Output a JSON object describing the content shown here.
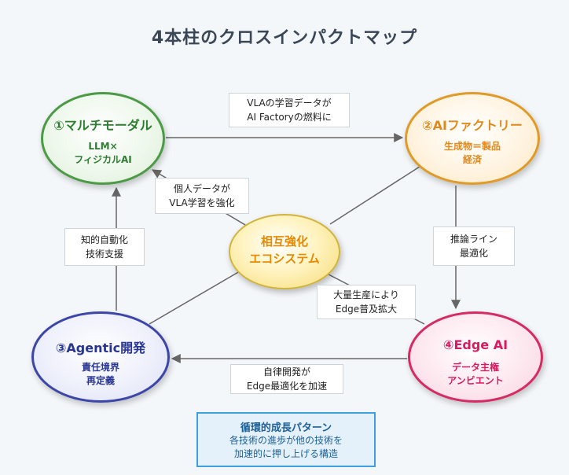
{
  "title": "4本柱のクロスインパクトマップ",
  "nodes": {
    "multimodal": {
      "title": "①マルチモーダル",
      "subtitle": "LLM×\nフィジカルAI",
      "color": "#2e7d32"
    },
    "ai_factory": {
      "title": "②AIファクトリー",
      "subtitle": "生成物＝製品\n経済",
      "color": "#e08a1e"
    },
    "agentic": {
      "title": "③Agentic開発",
      "subtitle": "責任境界\n再定義",
      "color": "#283593"
    },
    "edge_ai": {
      "title": "④Edge AI",
      "subtitle": "データ主権\nアンビエント",
      "color": "#d81b60"
    },
    "center": {
      "title": "相互強化\nエコシステム",
      "color": "#e68a00"
    }
  },
  "links": {
    "top": "VLAの学習データが\nAI Factoryの燃料に",
    "upper_left": "個人データが\nVLA学習を強化",
    "left": "知的自動化\n技術支援",
    "right": "推論ライン\n最適化",
    "lower_right": "大量生産により\nEdge普及拡大",
    "bottom": "自律開発が\nEdge最適化を加速"
  },
  "legend": {
    "title": "循環的成長パターン",
    "description": "各技術の進歩が他の技術を\n加速的に押し上げる構造"
  }
}
